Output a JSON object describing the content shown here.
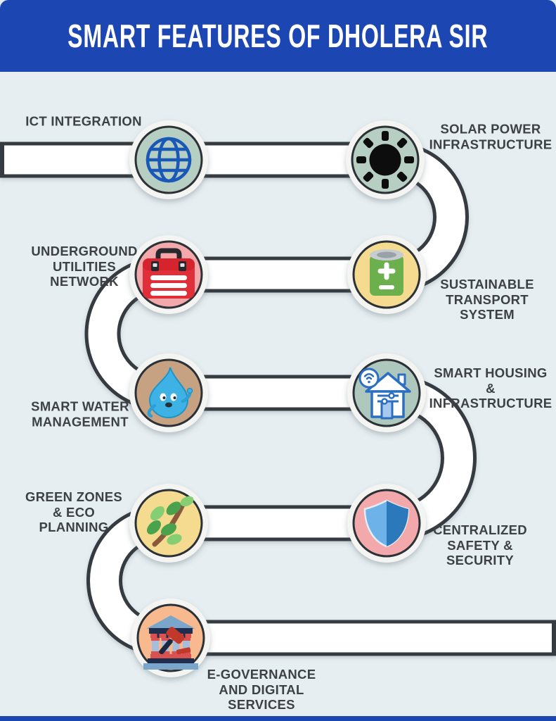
{
  "header": {
    "title": "SMART FEATURES OF DHOLERA SIR"
  },
  "palette": {
    "header_bg": "#1c46b2",
    "page_bg": "#e6eef1",
    "road_fill": "#ffffff",
    "road_border": "#363b41",
    "label_color": "#3d4145"
  },
  "nodes": [
    {
      "id": "ict-integration",
      "label": "ICT INTEGRATION",
      "icon": "globe-icon",
      "circle_color": "#b7cec3"
    },
    {
      "id": "solar-power",
      "label": "SOLAR POWER\nINFRASTRUCTURE",
      "icon": "sun-icon",
      "circle_color": "#b7cec3"
    },
    {
      "id": "underground-utilities",
      "label": "UNDERGROUND\nUTILITIES\nNETWORK",
      "icon": "toolbox-icon",
      "circle_color": "#f3a8ab"
    },
    {
      "id": "sustainable-transport",
      "label": "SUSTAINABLE\nTRANSPORT\nSYSTEM",
      "icon": "battery-icon",
      "circle_color": "#f5db8f"
    },
    {
      "id": "smart-water",
      "label": "SMART WATER\nMANAGEMENT",
      "icon": "water-drop-icon",
      "circle_color": "#c7a282"
    },
    {
      "id": "smart-housing",
      "label": "SMART HOUSING &\nINFRASTRUCTURE",
      "icon": "smart-home-icon",
      "circle_color": "#aec8bd"
    },
    {
      "id": "green-zones",
      "label": "GREEN ZONES\n& ECO\nPLANNING",
      "icon": "branch-icon",
      "circle_color": "#f5db8f"
    },
    {
      "id": "centralized-safety",
      "label": "CENTRALIZED\nSAFETY &\nSECURITY",
      "icon": "shield-icon",
      "circle_color": "#f3a8ab"
    },
    {
      "id": "e-governance",
      "label": "E-GOVERNANCE\nAND DIGITAL\nSERVICES",
      "icon": "government-building-icon",
      "circle_color": "#f8b98f"
    }
  ]
}
